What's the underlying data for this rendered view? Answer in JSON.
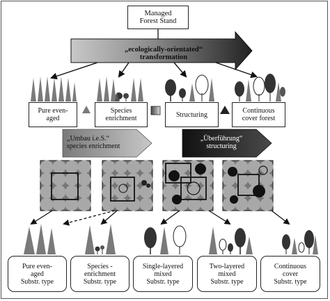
{
  "title": "Managed\nForest Stand",
  "banner": "„ecologically-orientated“\ntransformation",
  "stage1": [
    {
      "label": "Pure even-\naged"
    },
    {
      "label": "Species\nenrichment"
    },
    {
      "label": "Structuring"
    },
    {
      "label": "Continuous\ncover forest"
    }
  ],
  "arrows": {
    "umbau": "„Umbau i.e.S.“\nspecies enrichment",
    "ueberfuehrung": "„Überführung“\nstructuring"
  },
  "final_types": [
    {
      "label": "Pure  even-\naged\nSubstr. type"
    },
    {
      "label": "Species -\nenrichment\nSubstr. type"
    },
    {
      "label": "Single-layered\nmixed\nSubstr. type"
    },
    {
      "label": "Two-layered\nmixed\nSubstr. type"
    },
    {
      "label": "Continuous\ncover\nSubstr. type"
    }
  ],
  "colors": {
    "conifer": "#7a7a7a",
    "broadleaf_dark": "#333333",
    "crown_grid": "#a8a8a8",
    "banner_dark": "#2c2c2c"
  }
}
